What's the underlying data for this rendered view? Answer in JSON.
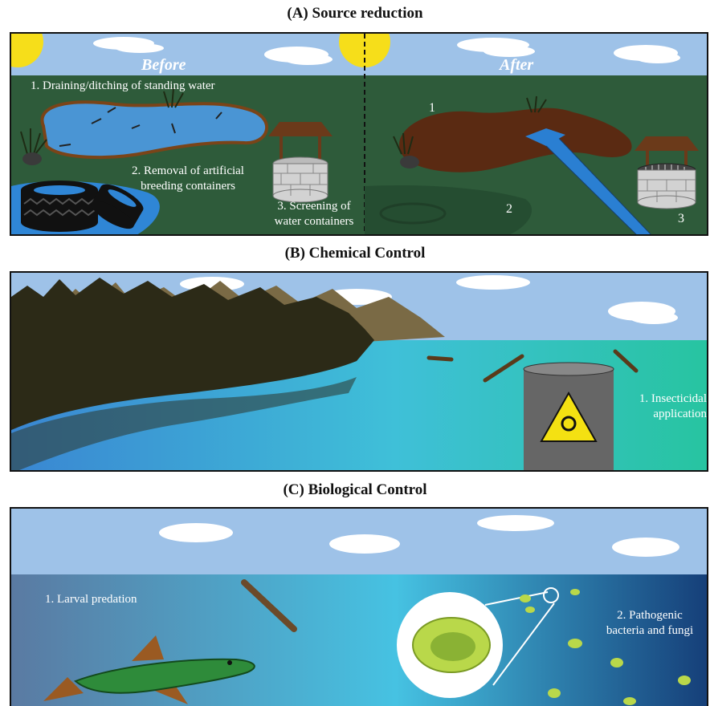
{
  "figure": {
    "panel_a": {
      "title": "(A) Source reduction",
      "before_label": "Before",
      "after_label": "After",
      "step1": "1. Draining/ditching of standing water",
      "step2_line1": "2. Removal of artificial",
      "step2_line2": "breeding containers",
      "step3_line1": "3. Screening of",
      "step3_line2": "water containers",
      "after_num1": "1",
      "after_num2": "2",
      "after_num3": "3"
    },
    "panel_b": {
      "title": "(B) Chemical Control",
      "step1_line1": "1. Insecticidal",
      "step1_line2": "application"
    },
    "panel_c": {
      "title": "(C) Biological Control",
      "step1": "1. Larval predation",
      "step2_line1": "2. Pathogenic",
      "step2_line2": "bacteria and fungi"
    }
  },
  "colors": {
    "sky": "#9ec2e8",
    "ground": "#2e5b3a",
    "water": "#3d8fd6",
    "mud": "#5a2a12",
    "grass": "#2a2a16",
    "barrel": "#6a6a6a",
    "hazard": "#f4e112",
    "fish": "#2e8b3a",
    "microbe": "#b9d84a",
    "deep_water": "#1a4f8c"
  }
}
